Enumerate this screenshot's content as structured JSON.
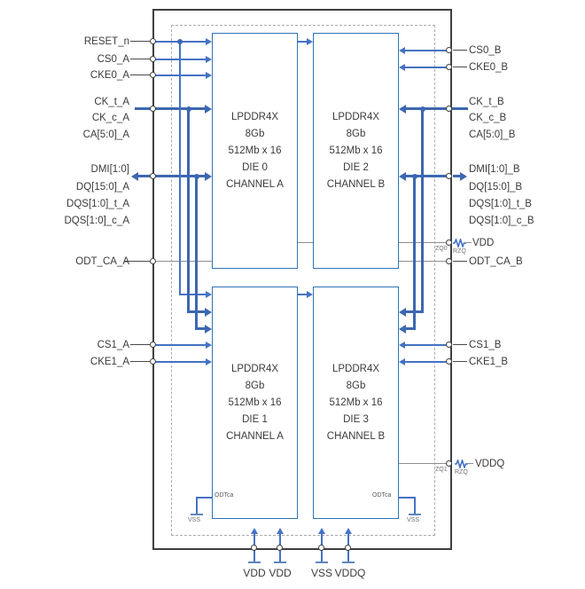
{
  "blocks": {
    "die0": {
      "l1": "LPDDR4X",
      "l2": "8Gb",
      "l3": "512Mb x 16",
      "l4": "DIE 0",
      "l5": "CHANNEL A"
    },
    "die2": {
      "l1": "LPDDR4X",
      "l2": "8Gb",
      "l3": "512Mb x 16",
      "l4": "DIE 2",
      "l5": "CHANNEL B"
    },
    "die1": {
      "l1": "LPDDR4X",
      "l2": "8Gb",
      "l3": "512Mb x 16",
      "l4": "DIE 1",
      "l5": "CHANNEL A"
    },
    "die3": {
      "l1": "LPDDR4X",
      "l2": "8Gb",
      "l3": "512Mb x 16",
      "l4": "DIE 3",
      "l5": "CHANNEL B"
    }
  },
  "pins": {
    "left": [
      "RESET_n",
      "CS0_A",
      "CKE0_A",
      "CK_t_A",
      "CK_c_A",
      "CA[5:0]_A",
      "DMI[1:0]",
      "DQ[15:0]_A",
      "DQS[1:0]_t_A",
      "DQS[1:0]_c_A",
      "ODT_CA_A",
      "CS1_A",
      "CKE1_A"
    ],
    "right": [
      "CS0_B",
      "CKE0_B",
      "CK_t_B",
      "CK_c_B",
      "CA[5:0]_B",
      "DMI[1:0]_B",
      "DQ[15:0]_B",
      "DQS[1:0]_t_B",
      "DQS[1:0]_c_B",
      "VDD",
      "ODT_CA_B",
      "CS1_B",
      "CKE1_B",
      "VDDQ"
    ],
    "bottom": [
      "VDD",
      "VDD",
      "VSS",
      "VDDQ"
    ]
  },
  "small": {
    "zq0": "ZQ0",
    "zq1": "ZQ1",
    "rzq": "RZQ",
    "odtca": "ODTca",
    "vss": "VSS"
  },
  "colors": {
    "wire_blue": "#4472C4",
    "wire_thick_blue": "#3D67B1",
    "wire_gray": "#8F8F8F",
    "block_border": "#2E75B6",
    "outer_border": "#3F3F3F",
    "text": "#3B3B3B"
  }
}
